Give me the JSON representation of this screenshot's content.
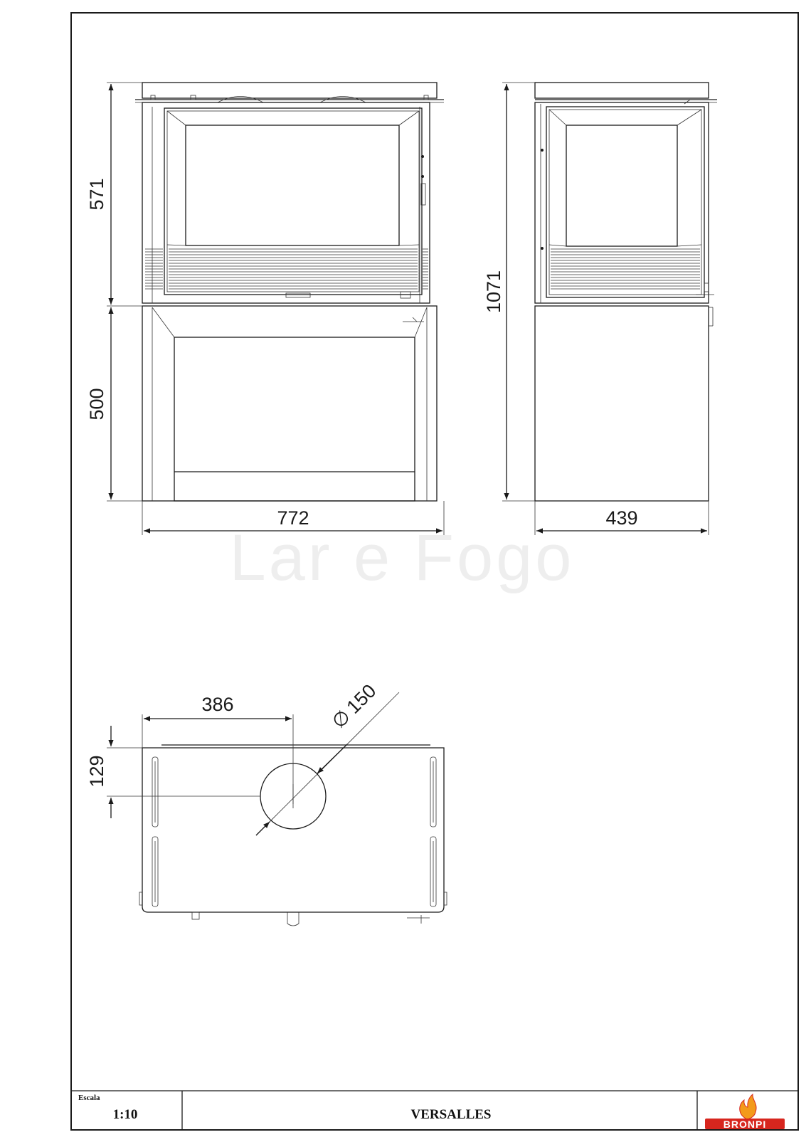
{
  "drawing": {
    "front_view": {
      "upper_height": "571",
      "lower_height": "500",
      "width": "772"
    },
    "side_view": {
      "total_height": "1071",
      "depth": "439"
    },
    "top_view": {
      "flue_offset_x": "386",
      "flue_offset_y": "129",
      "flue_diameter": "150",
      "diameter_symbol": "∅"
    },
    "watermark": "Lar e Fogo"
  },
  "title_block": {
    "scale_label": "Escala",
    "scale_value": "1:10",
    "product_name": "VERSALLES",
    "brand": "BRONPI"
  },
  "colors": {
    "line": "#1a1a1a",
    "brand_red": "#d7261e",
    "flame_orange": "#f39a1b",
    "watermark": "#eeeeee"
  }
}
